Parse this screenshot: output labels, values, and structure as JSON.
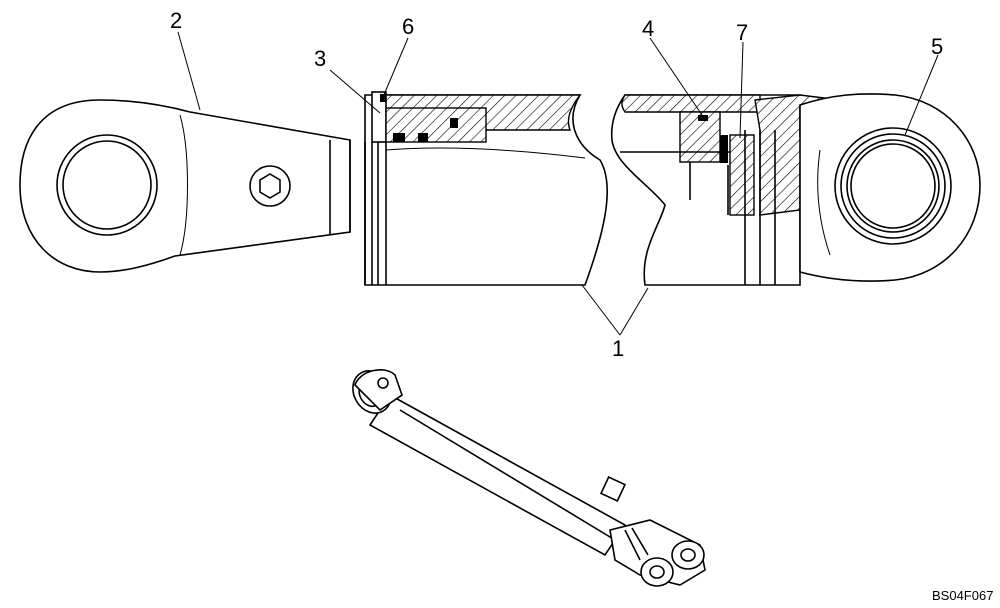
{
  "callouts": {
    "c1": "1",
    "c2": "2",
    "c3": "3",
    "c4": "4",
    "c5": "5",
    "c6": "6",
    "c7": "7"
  },
  "figure_id": "BS04F067",
  "colors": {
    "line": "#000000",
    "background": "#ffffff"
  }
}
